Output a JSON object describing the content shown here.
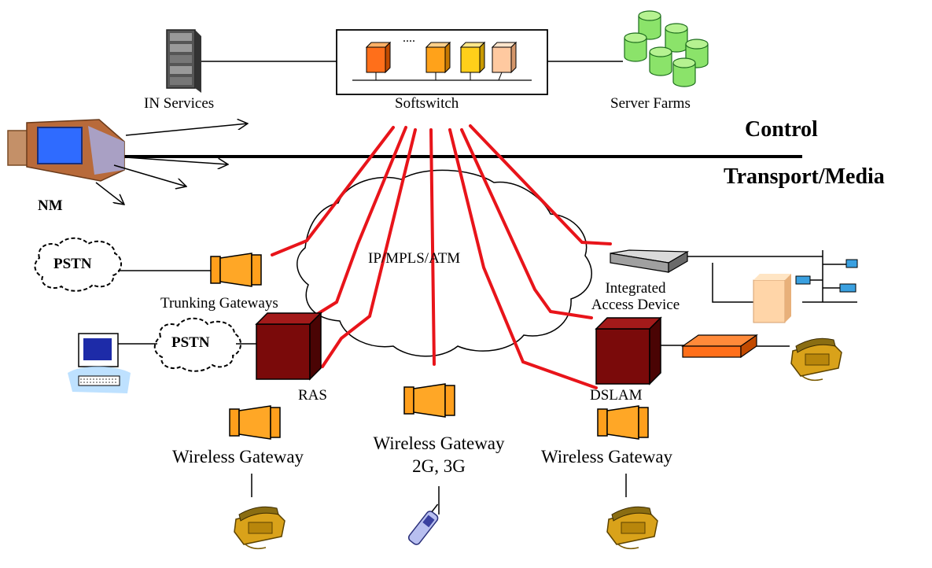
{
  "labels": {
    "in_services": "IN Services",
    "softswitch": "Softswitch",
    "softswitch_dots": "....",
    "server_farms": "Server Farms",
    "control": "Control",
    "transport_media": "Transport/Media",
    "nm": "NM",
    "pstn_top": "PSTN",
    "pstn_bottom": "PSTN",
    "trunking_gateways": "Trunking Gateways",
    "ip_cloud": "IP/MPLS/ATM",
    "iad_line1": "Integrated",
    "iad_line2": "Access Device",
    "ras": "RAS",
    "dslam": "DSLAM",
    "wireless_gw_left": "Wireless Gateway",
    "wireless_gw_center_line1": "Wireless Gateway",
    "wireless_gw_center_line2": "2G, 3G",
    "wireless_gw_right": "Wireless Gateway"
  },
  "colors": {
    "signaling": "#e8141a",
    "gateway": "#ff9f1c",
    "access_server": "#7a0a0a",
    "server_farm": "#8be36a"
  },
  "icons": [
    "server-rack-icon",
    "server-cylinder-icon",
    "computer-icon",
    "gateway-icon",
    "telephone-icon",
    "cell-phone-icon",
    "cloud-icon",
    "modem-icon"
  ]
}
